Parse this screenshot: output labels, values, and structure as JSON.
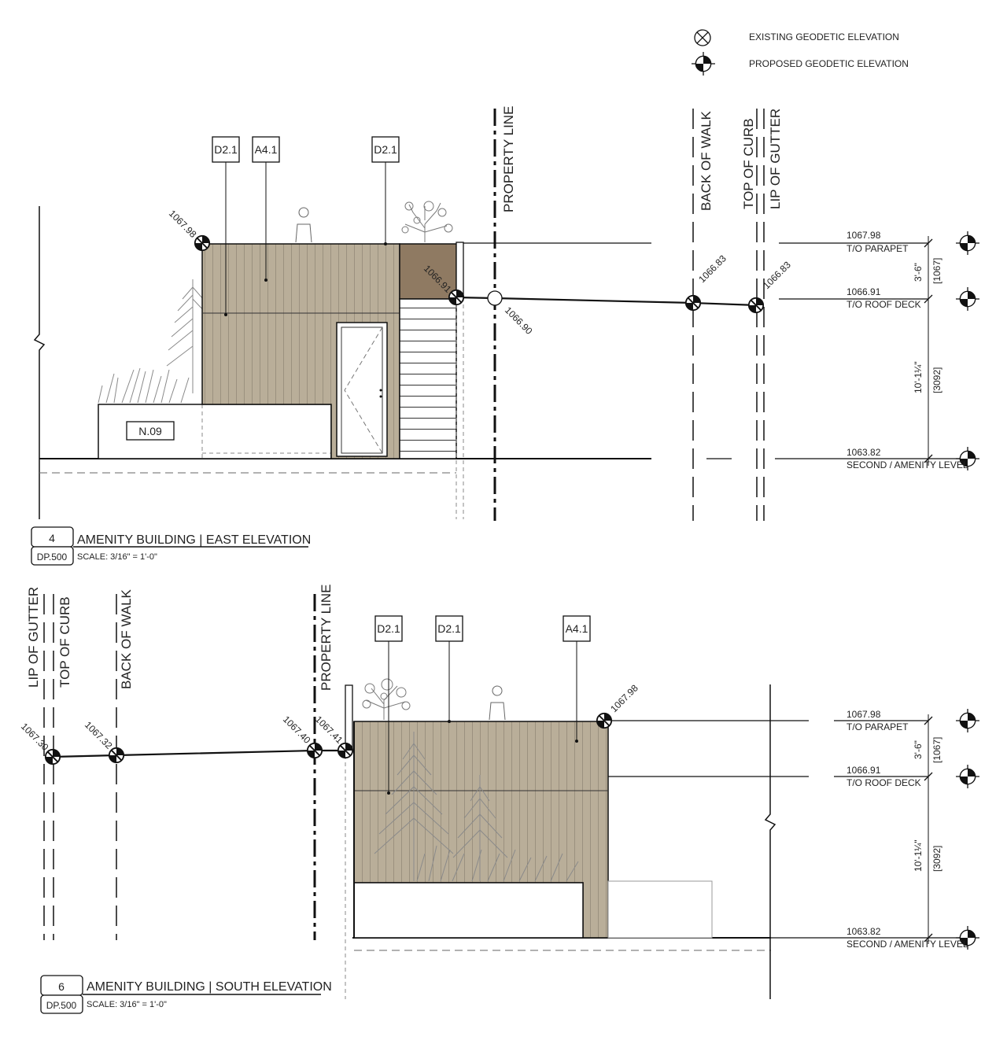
{
  "legend": {
    "existing": "EXISTING GEODETIC ELEVATION",
    "proposed": "PROPOSED GEODETIC ELEVATION"
  },
  "east": {
    "number": "4",
    "sheet": "DP.500",
    "title": "AMENITY BUILDING | EAST ELEVATION",
    "scale": "SCALE: 3/16\" = 1'-0\"",
    "tags": [
      "D2.1",
      "A4.1",
      "D2.1"
    ],
    "planter_tag": "N.09",
    "property_line": "PROPERTY LINE",
    "back_of_walk": "BACK OF WALK",
    "top_of_curb": "TOP OF CURB",
    "lip_of_gutter": "LIP OF GUTTER",
    "spot_elevations": [
      "1067.98",
      "1066.91",
      "1066.90",
      "1066.83",
      "1066.83"
    ],
    "levels": [
      {
        "elev": "1067.98",
        "name": "T/O PARAPET"
      },
      {
        "elev": "1066.91",
        "name": "T/O ROOF DECK"
      },
      {
        "elev": "1063.82",
        "name": "SECOND / AMENITY LEVEL"
      }
    ],
    "dims": [
      {
        "imperial": "3'-6\"",
        "metric": "[1067]"
      },
      {
        "imperial": "10'-1¼\"",
        "metric": "[3092]"
      }
    ]
  },
  "south": {
    "number": "6",
    "sheet": "DP.500",
    "title": "AMENITY BUILDING | SOUTH ELEVATION",
    "scale": "SCALE: 3/16\" = 1'-0\"",
    "tags": [
      "D2.1",
      "D2.1",
      "A4.1"
    ],
    "property_line": "PROPERTY LINE",
    "back_of_walk": "BACK OF WALK",
    "top_of_curb": "TOP OF CURB",
    "lip_of_gutter": "LIP OF GUTTER",
    "spot_elevations": [
      "1067.30",
      "1067.32",
      "1067.40",
      "1067.41",
      "1067.98"
    ],
    "levels": [
      {
        "elev": "1067.98",
        "name": "T/O PARAPET"
      },
      {
        "elev": "1066.91",
        "name": "T/O ROOF DECK"
      },
      {
        "elev": "1063.82",
        "name": "SECOND / AMENITY LEVEL"
      }
    ],
    "dims": [
      {
        "imperial": "3'-6\"",
        "metric": "[1067]"
      },
      {
        "imperial": "10'-1¼\"",
        "metric": "[3092]"
      }
    ]
  },
  "colors": {
    "cladding": "#b7ad98",
    "cladding_dark": "#8f7a62",
    "line": "#111111",
    "vegetation": "#8a8a8a"
  }
}
